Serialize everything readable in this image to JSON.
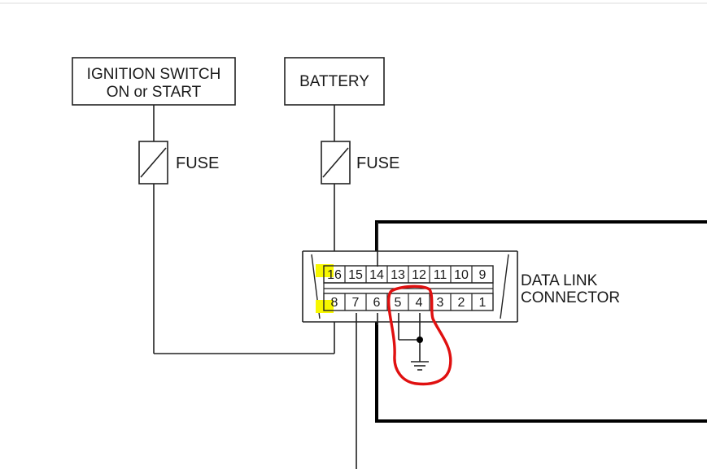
{
  "components": {
    "ignition_switch": {
      "line1": "IGNITION SWITCH",
      "line2": "ON or START"
    },
    "battery": {
      "label": "BATTERY"
    },
    "fuse_left": {
      "label": "FUSE"
    },
    "fuse_right": {
      "label": "FUSE"
    },
    "connector": {
      "line1": "DATA LINK",
      "line2": "CONNECTOR"
    }
  },
  "pins": {
    "top_row": [
      "16",
      "15",
      "14",
      "13",
      "12",
      "11",
      "10",
      "9"
    ],
    "bottom_row": [
      "8",
      "7",
      "6",
      "5",
      "4",
      "3",
      "2",
      "1"
    ]
  },
  "highlight": {
    "color": "#f7f700",
    "pins": [
      "16",
      "8"
    ]
  },
  "annotation": {
    "color": "#e01010",
    "description_pins": [
      "5",
      "4"
    ]
  }
}
